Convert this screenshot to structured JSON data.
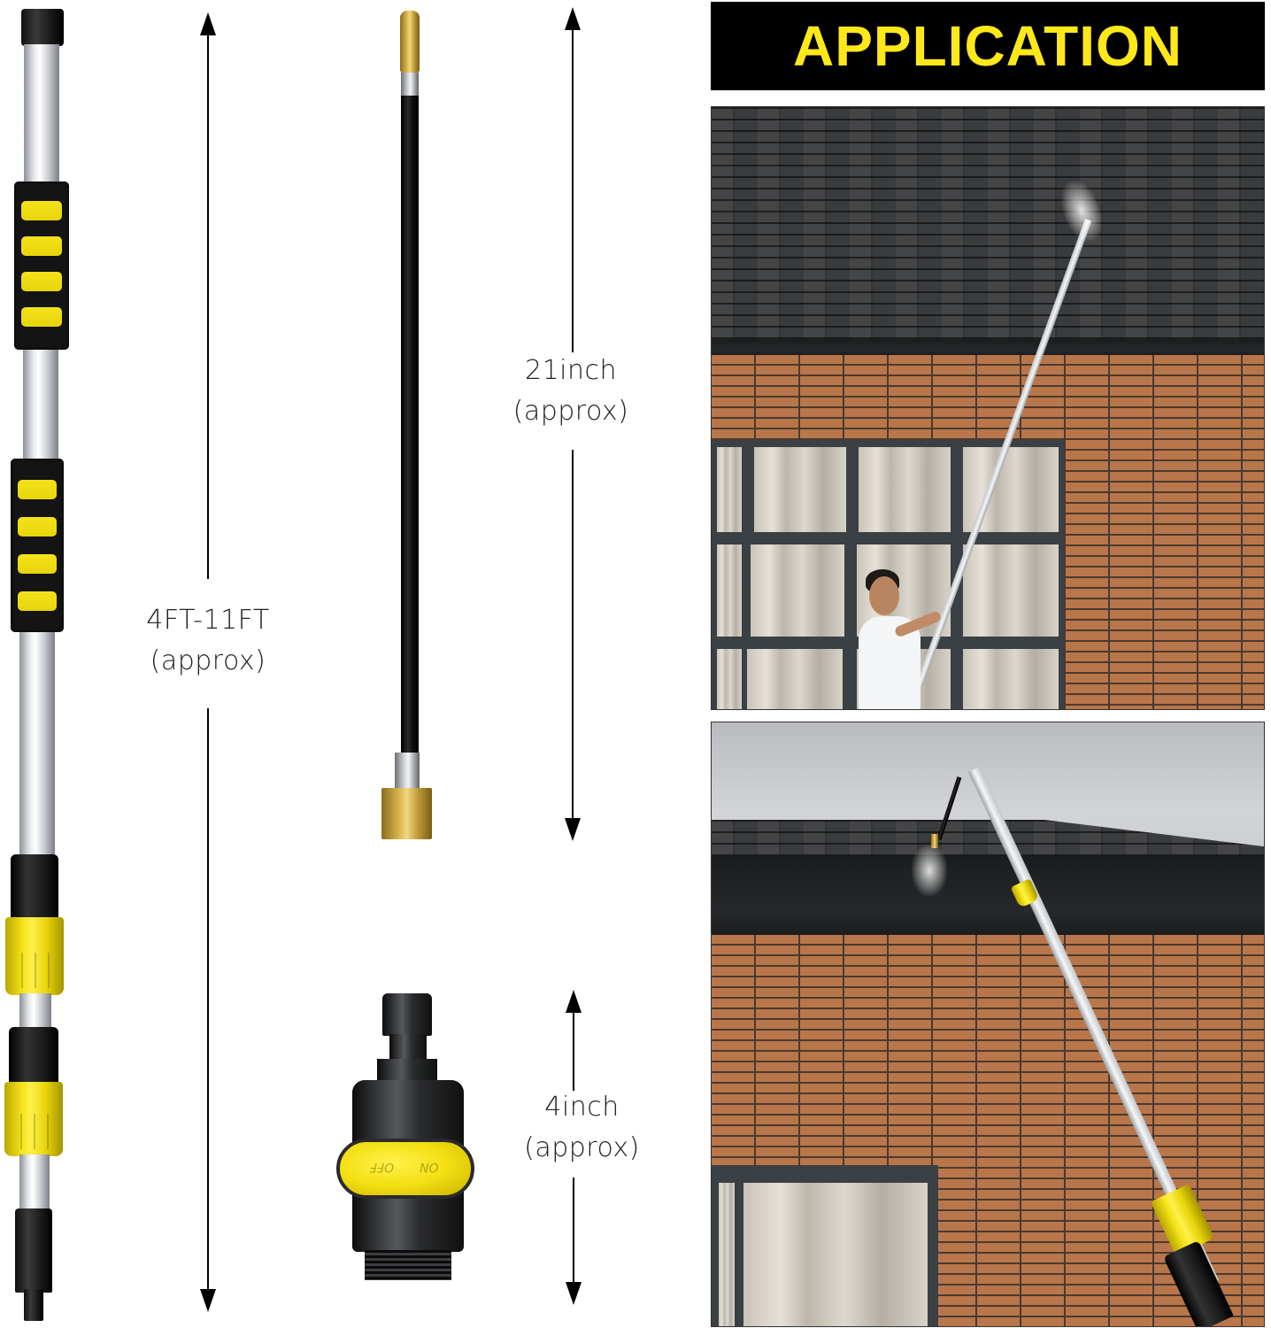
{
  "banner": {
    "title": "APPLICATION",
    "background": "#000000",
    "text_color": "#ffe81a"
  },
  "dimensions": {
    "pole": {
      "value": "4FT-11FT",
      "note": "(approx)"
    },
    "hose": {
      "value": "21inch",
      "note": "(approx)"
    },
    "connector": {
      "value": "4inch",
      "note": "(approx)"
    }
  },
  "products": {
    "pole": {
      "name": "telescopic-extension-pole",
      "accent": "#f3df12",
      "grips": 2,
      "locking_collars": 2
    },
    "hose": {
      "name": "flexible-hose-with-brass-fittings"
    },
    "connector": {
      "name": "quick-connect-shutoff-valve",
      "knob_labels": [
        "OFF",
        "ON"
      ]
    }
  },
  "photos": [
    {
      "name": "application-photo-roof-cleaning-person",
      "scene": "person spraying roof shingles with extended pole"
    },
    {
      "name": "application-photo-gutter-roof-low-angle",
      "scene": "pole spraying roof edge, low angle view"
    }
  ]
}
